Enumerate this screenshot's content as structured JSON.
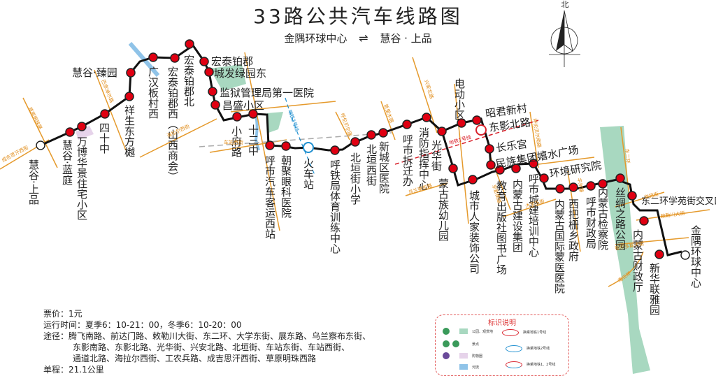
{
  "title": "33路公共汽车线路图",
  "direction": {
    "from": "金隅环球中心",
    "arrow": "⇌",
    "to": "慧谷 · 上品"
  },
  "compass": {
    "label": "北"
  },
  "stops": [
    "慧谷·上品",
    "慧谷·蓝庭",
    "万博华景住宅小区",
    "四十中",
    "祥生东方樾",
    "慧谷·臻园",
    "广汉板村西",
    "宏泰铂郡西（山西商会）",
    "宏泰铂郡北",
    "宏泰铂郡",
    "城发绿园东",
    "监狱管理局第一医院",
    "昌盛小区",
    "小府路",
    "十三中",
    "呼市汽车客运西站",
    "朝聚眼科医院",
    "火车站",
    "呼铁局体育训练中心",
    "北垣街小学",
    "北垣西街",
    "新城区医院",
    "呼市拆迁办",
    "消防指挥中心",
    "光华街",
    "电动小区",
    "昭君新村东影北路",
    "长乐宫",
    "民族集团嬉水广场",
    "蒙古族幼儿园",
    "城市人家装饰公司",
    "教育出版社图书广场",
    "内蒙古建设集团",
    "呼市城建培训中心",
    "环境研究院",
    "内蒙古国际蒙医医院",
    "西把栅乡政府",
    "呼市财政局",
    "内蒙古检察院",
    "丝绸之路公园",
    "东二环学苑街交叉口",
    "内蒙古财政厅",
    "新华联雅园",
    "金隅环球中心"
  ],
  "labels": {
    "s0": "慧谷·上品",
    "s1": "慧谷·蓝庭",
    "s2": "万博华景住宅小区",
    "s3": "四十中",
    "s4": "祥生东方樾",
    "s5": "慧谷·臻园",
    "s6": "广汉板村西",
    "s7": "宏泰铂郡西（山西商会）",
    "s8": "宏泰铂郡北",
    "s9": "宏泰铂郡",
    "s10": "城发绿园东",
    "s11": "监狱管理局第一医院",
    "s12": "昌盛小区",
    "s13": "小府路",
    "s14": "十三中",
    "s15": "呼市汽车客运西站",
    "s16": "朝聚眼科医院",
    "s17": "火车站",
    "s18": "呼铁局体育训练中心",
    "s19": "北垣街小学",
    "s20": "北垣西街",
    "s21": "新城区医院",
    "s22": "呼市拆迁办",
    "s23": "消防指挥中心",
    "s24": "光华街",
    "s25": "电动小区",
    "s26a": "昭君新村",
    "s26b": "东影北路",
    "s27": "长乐宫",
    "s28": "民族集团嬉水广场",
    "s29": "蒙古族幼儿园",
    "s30": "城市人家装饰公司",
    "s31": "教育出版社图书广场",
    "s32": "内蒙古建设集团",
    "s33": "呼市城建培训中心",
    "s34": "环境研究院",
    "s35": "内蒙古国际蒙医医院",
    "s36": "西把栅乡政府",
    "s37": "呼市财政局",
    "s38": "内蒙古检察院",
    "s39": "丝绸之路公园",
    "s40": "东二环学苑街交叉口",
    "s41": "内蒙古财政厅",
    "s42": "新华联雅园",
    "s43": "金隅环球中心"
  },
  "roads": {
    "r1": "成吉思汗西街",
    "r2": "草原明珠路",
    "r3": "巴彦淖尔路",
    "r4": "海拉尔西街",
    "r5": "车站西街",
    "r6": "通道北路",
    "r7": "地铁2号线",
    "r8": "呼伦贝尔路",
    "r9": "哲里木路",
    "r10": "兴安北路",
    "r11": "乌兰察布路",
    "r12": "地铁1号线",
    "r13": "东影南路",
    "r14": "大学东街",
    "r15": "呼伦贝尔南路",
    "r16": "丰州路",
    "r17": "东二环",
    "r18": "学苑街",
    "r19": "敕勒川大街",
    "r20": "鄂尔多斯大街",
    "r21": "南二环"
  },
  "info": {
    "fare": "票价：1元",
    "hours": "运行时间：夏季6：10-21：00，冬季6：10-20：00",
    "route_label": "途径：",
    "route_1": "腾飞南路、前达门路、敕勒川大街、东二环、大学东街、展东路、乌兰察布东街、",
    "route_2": "东影南路、东影北路、光华街、兴安北路、北垣街、车站东街、车站西街、",
    "route_3": "通道北路、海拉尔西街、工农兵路、成吉思汗西街、草原明珠西路",
    "distance": "单程：21.1公里"
  },
  "legend": {
    "title": "标识说明",
    "items": [
      "公园、观赏地",
      "景点",
      "购物圈",
      "河流"
    ],
    "metro": [
      "换乘地铁1号线",
      "换乘地铁2号线",
      "换乘地铁1、2号线"
    ]
  },
  "colors": {
    "route": "#111111",
    "stop": "#e00012",
    "road": "#e59a2c",
    "park": "#a8d8c0",
    "river": "#8fc3e8",
    "metro1": "#d9202a",
    "metro2": "#1e8fd0"
  }
}
